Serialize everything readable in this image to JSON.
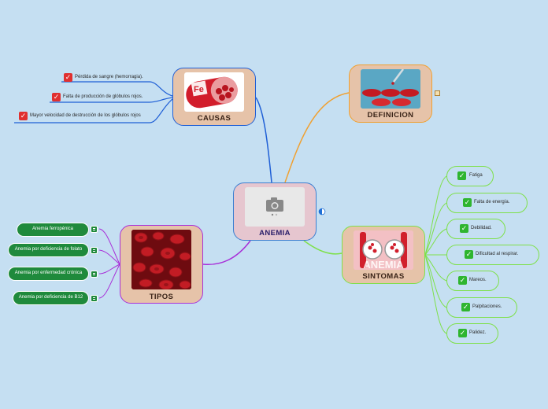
{
  "center": {
    "label": "ANEMIA"
  },
  "causas": {
    "label": "CAUSAS",
    "image_text": "Fe",
    "items": [
      "Pérdida de sangre (hemorragia).",
      "Falta de producción de glóbulos rojos.",
      "Mayor velocidad de destrucción de los glóbulos rojos"
    ]
  },
  "definicion": {
    "label": "DEFINICION"
  },
  "sintomas": {
    "label": "SINTOMAS",
    "image_text": "ANEMIA",
    "items": [
      "Fatiga",
      "Falta de energía.",
      "Debilidad.",
      "Dificultad al respirar.",
      "Mareos.",
      "Palpitaciones.",
      "Palidez."
    ]
  },
  "tipos": {
    "label": "TIPOS",
    "items": [
      "Anemia ferropénica",
      "Anemia por deficiencia de folato",
      "Anemia por enfermedad crónica",
      "Anemia por deficiencia de B12"
    ]
  },
  "colors": {
    "background": "#c5dff2",
    "node_fill": "#e6c3a9",
    "causas_border": "#1f5fd6",
    "definicion_border": "#f0a030",
    "sintomas_border": "#7ee04a",
    "tipos_border": "#a830d8",
    "center_border": "#3c7fd0"
  }
}
